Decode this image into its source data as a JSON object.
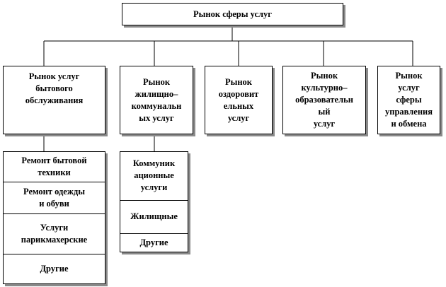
{
  "diagram": {
    "root": "Рынок сферы услуг",
    "categories": [
      "Рынок услуг\nбытового\nобслуживания",
      "Рынок\nжилищно–\nкоммунальн\nых услуг",
      "Рынок\nоздоровит\nельных\nуслуг",
      "Рынок\nкультурно–\nобразовательн\nый\nуслуг",
      "Рынок\nуслуг\nсферы\nуправления\nи обмена"
    ],
    "household_services": [
      "Ремонт бытовой\nтехники",
      "Ремонт одежды\nи обуви",
      "Услуги\nпарикмахерские",
      "Другие"
    ],
    "housing_services": [
      "Коммуник\nационные\nуслуги",
      "Жилищные",
      "Другие"
    ]
  }
}
